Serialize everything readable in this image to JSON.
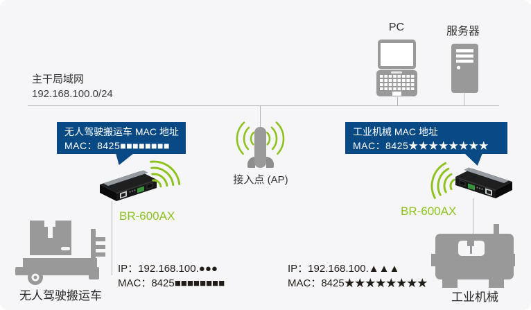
{
  "backbone": {
    "label": "主干局域网",
    "subnet": "192.168.100.0/24"
  },
  "nodes": {
    "pc": {
      "label": "PC"
    },
    "server": {
      "label": "服务器"
    },
    "ap": {
      "label": "接入点 (AP)"
    },
    "bridge_left": {
      "label": "BR-600AX"
    },
    "bridge_right": {
      "label": "BR-600AX"
    },
    "agv": {
      "label": "无人驾驶搬运车"
    },
    "machine": {
      "label": "工业机械"
    }
  },
  "callouts": {
    "agv": {
      "title": "无人驾驶搬运车 MAC 地址",
      "mac": "MAC：8425■■■■■■■■"
    },
    "machine": {
      "title": "工业机械 MAC 地址",
      "mac": "MAC：8425★★★★★★★★"
    }
  },
  "addresses": {
    "agv": {
      "ip": "IP：192.168.100.●●●",
      "mac": "MAC：8425■■■■■■■■"
    },
    "machine": {
      "ip": "IP：192.168.100.▲▲▲",
      "mac": "MAC：8425★★★★★★★★"
    }
  },
  "colors": {
    "callout_blue": "#0a4a84",
    "brand_green": "#8dc21f",
    "icon_gray": "#999999",
    "line_gray": "#b3b3b3",
    "background": "#f6f6f8"
  }
}
